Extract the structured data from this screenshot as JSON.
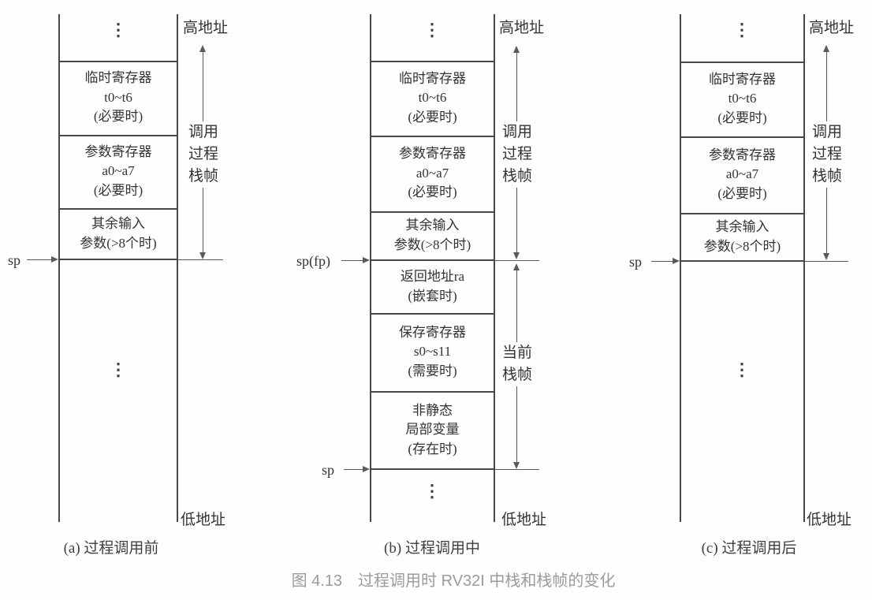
{
  "figure": {
    "caption": "图 4.13　过程调用时 RV32I 中栈和栈帧的变化"
  },
  "shared": {
    "high_address": "高地址",
    "low_address": "低地址",
    "ellipsis": "⋮",
    "caller_frame_label": [
      "调用",
      "过程",
      "栈帧"
    ],
    "current_frame_label": [
      "当前",
      "栈帧"
    ]
  },
  "panels": {
    "a": {
      "caption": "(a) 过程调用前",
      "sp_label": "sp",
      "cells": {
        "temp": [
          "临时寄存器",
          "t0~t6",
          "(必要时)"
        ],
        "args": [
          "参数寄存器",
          "a0~a7",
          "(必要时)"
        ],
        "extra": [
          "其余输入",
          "参数(>8个时)"
        ]
      }
    },
    "b": {
      "caption": "(b) 过程调用中",
      "sp_fp_label": "sp(fp)",
      "sp_label": "sp",
      "cells": {
        "temp": [
          "临时寄存器",
          "t0~t6",
          "(必要时)"
        ],
        "args": [
          "参数寄存器",
          "a0~a7",
          "(必要时)"
        ],
        "extra": [
          "其余输入",
          "参数(>8个时)"
        ],
        "ra": [
          "返回地址ra",
          "(嵌套时)"
        ],
        "saved": [
          "保存寄存器",
          "s0~s11",
          "(需要时)"
        ],
        "locals": [
          "非静态",
          "局部变量",
          "(存在时)"
        ]
      }
    },
    "c": {
      "caption": "(c) 过程调用后",
      "sp_label": "sp",
      "cells": {
        "temp": [
          "临时寄存器",
          "t0~t6",
          "(必要时)"
        ],
        "args": [
          "参数寄存器",
          "a0~a7",
          "(必要时)"
        ],
        "extra": [
          "其余输入",
          "参数(>8个时)"
        ]
      }
    }
  }
}
